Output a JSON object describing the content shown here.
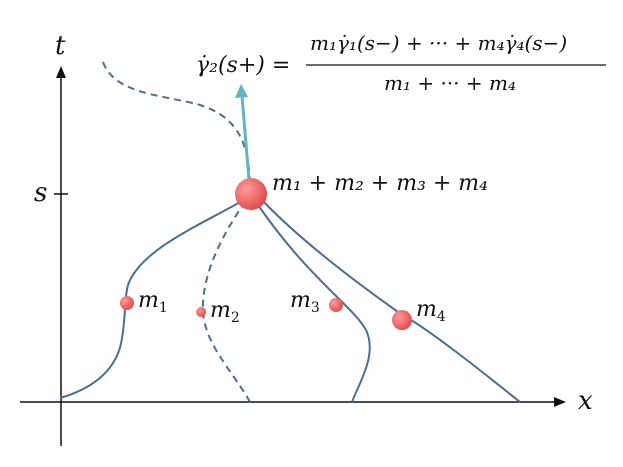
{
  "axes": {
    "x_label": "x",
    "y_label": "t",
    "tick_label": "s"
  },
  "masses": [
    {
      "label": "m",
      "sub": "1"
    },
    {
      "label": "m",
      "sub": "2"
    },
    {
      "label": "m",
      "sub": "3"
    },
    {
      "label": "m",
      "sub": "4"
    }
  ],
  "merge_label": "m₁ + m₂ + m₃ + m₄",
  "formula": {
    "lhs": "γ̇₂(s+) =",
    "numerator": "m₁γ̇₁(s−) + ··· + m₄γ̇₄(s−)",
    "denominator": "m₁ + ··· + m₄"
  },
  "colors": {
    "curve": "#4a6e96",
    "particle": "#e85c5c",
    "arrow": "#63b3c8",
    "axis": "#111111"
  }
}
